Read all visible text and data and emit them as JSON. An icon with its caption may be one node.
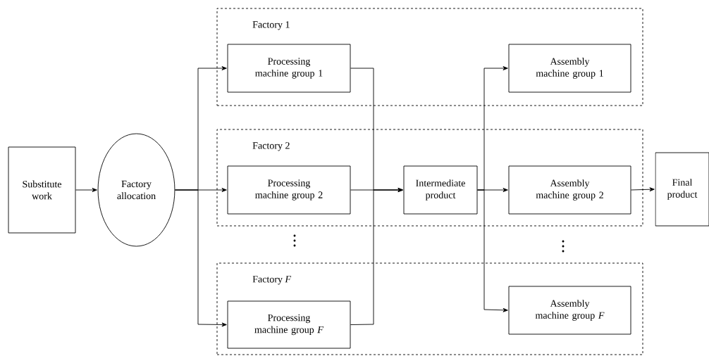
{
  "diagram": {
    "nodes": [
      {
        "text": [
          "Substitute work"
        ]
      },
      {
        "text": [
          "Factory allocation"
        ]
      },
      {
        "text": [
          "Factory 1"
        ]
      },
      {
        "text": [
          "Processing machine group 1"
        ],
        "in": 2
      },
      {
        "text": [
          "Assembly machine group 1"
        ],
        "in": 2
      },
      {
        "text": [
          "Factory 2"
        ]
      },
      {
        "text": [
          "Processing machine group 2"
        ],
        "in": 5
      },
      {
        "text": [
          "Intermediate product"
        ],
        "in": 5
      },
      {
        "text": [
          "Assembly machine group 2"
        ],
        "in": 5
      },
      {
        "text": [
          "Factory *F*"
        ]
      },
      {
        "text": [
          "Processing machine group *F*"
        ],
        "in": 9
      },
      {
        "text": [
          "Assembly machine group *F*"
        ],
        "in": 9
      },
      {
        "text": [
          "Final product"
        ]
      }
    ],
    "edges": [
      {
        "from": 0,
        "to": 1,
        "arrow": "to"
      },
      {
        "from": 1,
        "to": 3,
        "arrow": "to"
      },
      {
        "from": 1,
        "to": 6,
        "arrow": "to"
      },
      {
        "from": 1,
        "to": 10,
        "arrow": "to"
      },
      {
        "from": 3,
        "to": 7,
        "arrow": "to"
      },
      {
        "from": 6,
        "to": 7,
        "arrow": "to"
      },
      {
        "from": 10,
        "to": 7,
        "arrow": "to"
      },
      {
        "from": 7,
        "to": 4,
        "arrow": "to"
      },
      {
        "from": 7,
        "to": 8,
        "arrow": "to"
      },
      {
        "from": 7,
        "to": 11,
        "arrow": "to"
      },
      {
        "from": 8,
        "to": 12,
        "arrow": "to"
      }
    ]
  }
}
